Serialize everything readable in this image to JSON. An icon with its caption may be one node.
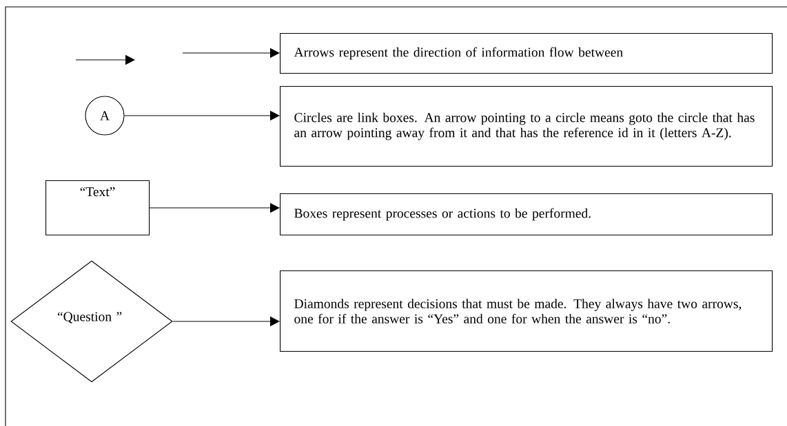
{
  "diagram": {
    "nodes": [
      {
        "text": [
          "Arrows represent the direction of information flow between"
        ]
      },
      {
        "text": [
          "A"
        ]
      },
      {
        "text": [
          "Circles are link boxes.  An arrow pointing to a circle means goto the circle that has an arrow pointing away from it and that has the reference id in it (letters A-Z)."
        ]
      },
      {
        "text": [
          "“Text”"
        ]
      },
      {
        "text": [
          "Boxes represent processes or actions to be performed."
        ]
      },
      {
        "text": [
          "“Question ”"
        ]
      },
      {
        "text": [
          "Diamonds represent decisions that must be made.  They always have two arrows, one for if the answer is “Yes” and one for when the answer is “no”."
        ]
      }
    ],
    "edges": [
      {
        "from": null,
        "to": 0,
        "arrow": "to"
      },
      {
        "from": 1,
        "to": 2,
        "arrow": "to"
      },
      {
        "from": 3,
        "to": 4,
        "arrow": "to"
      },
      {
        "from": 5,
        "to": 6,
        "arrow": "to"
      }
    ]
  }
}
